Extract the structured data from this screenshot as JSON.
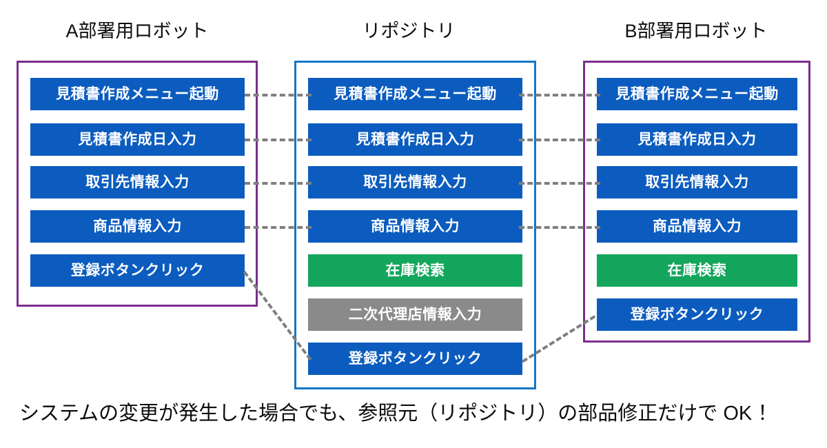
{
  "diagram": {
    "title_a": "A部署用ロボット",
    "title_repo": "リポジトリ",
    "title_b": "B部署用ロボット",
    "caption": "システムの変更が発生した場合でも、参照元（リポジトリ）の部品修正だけで OK ！",
    "colors": {
      "step_blue": "#0B5CBE",
      "step_green": "#13A65C",
      "step_gray": "#8A8A8A",
      "robot_border": "#7B2D8E",
      "repository_border": "#1277C4",
      "connector": "#7F7F7F",
      "text_on_step": "#FFFFFF",
      "background": "#FFFFFF"
    },
    "columns": [
      {
        "id": "robot-a",
        "label": "A部署用ロボット",
        "border_color": "#7B2D8E",
        "steps": [
          {
            "label": "見積書作成メニュー起動",
            "color": "blue"
          },
          {
            "label": "見積書作成日入力",
            "color": "blue"
          },
          {
            "label": "取引先情報入力",
            "color": "blue"
          },
          {
            "label": "商品情報入力",
            "color": "blue"
          },
          {
            "label": "登録ボタンクリック",
            "color": "blue"
          }
        ]
      },
      {
        "id": "repository",
        "label": "リポジトリ",
        "border_color": "#1277C4",
        "steps": [
          {
            "label": "見積書作成メニュー起動",
            "color": "blue"
          },
          {
            "label": "見積書作成日入力",
            "color": "blue"
          },
          {
            "label": "取引先情報入力",
            "color": "blue"
          },
          {
            "label": "商品情報入力",
            "color": "blue"
          },
          {
            "label": "在庫検索",
            "color": "green"
          },
          {
            "label": "二次代理店情報入力",
            "color": "gray"
          },
          {
            "label": "登録ボタンクリック",
            "color": "blue"
          }
        ]
      },
      {
        "id": "robot-b",
        "label": "B部署用ロボット",
        "border_color": "#7B2D8E",
        "steps": [
          {
            "label": "見積書作成メニュー起動",
            "color": "blue"
          },
          {
            "label": "見積書作成日入力",
            "color": "blue"
          },
          {
            "label": "取引先情報入力",
            "color": "blue"
          },
          {
            "label": "商品情報入力",
            "color": "blue"
          },
          {
            "label": "在庫検索",
            "color": "green"
          },
          {
            "label": "登録ボタンクリック",
            "color": "blue"
          }
        ]
      }
    ],
    "connectors": {
      "style": "dashed",
      "left_pairs": [
        "見積書作成メニュー起動",
        "見積書作成日入力",
        "取引先情報入力",
        "商品情報入力",
        "登録ボタンクリック"
      ],
      "right_pairs": [
        "見積書作成メニュー起動",
        "見積書作成日入力",
        "取引先情報入力",
        "商品情報入力",
        "登録ボタンクリック"
      ]
    }
  }
}
